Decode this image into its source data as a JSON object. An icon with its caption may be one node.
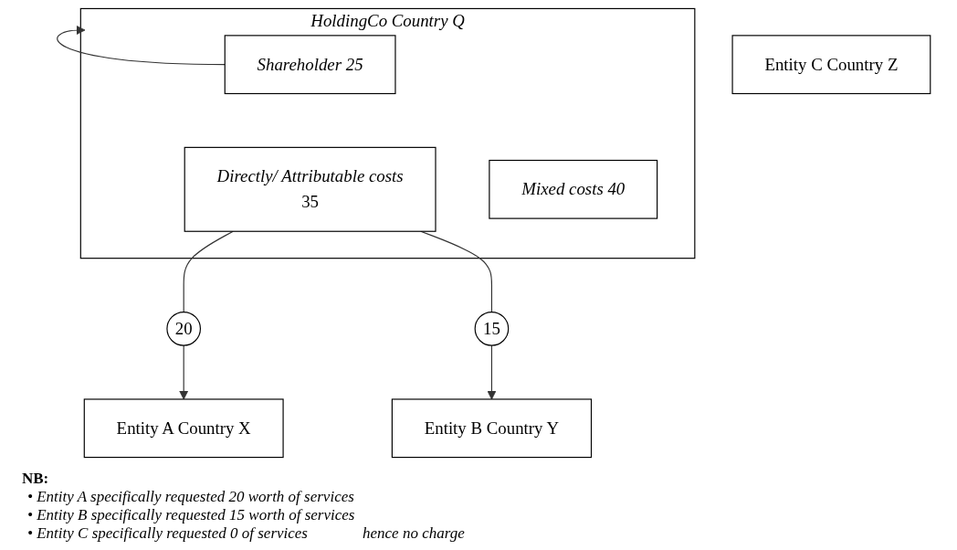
{
  "diagram": {
    "nodes": [
      {
        "text": [
          "HoldingCo Country Q"
        ]
      },
      {
        "text": [
          "Shareholder 25"
        ],
        "in": 0
      },
      {
        "text": [
          "Directly/ Attributable costs",
          "35"
        ],
        "in": 0
      },
      {
        "text": [
          "Mixed costs 40"
        ],
        "in": 0
      },
      {
        "text": [
          "20"
        ]
      },
      {
        "text": [
          "15"
        ]
      },
      {
        "text": [
          "Entity A Country X"
        ]
      },
      {
        "text": [
          "Entity B Country Y"
        ]
      },
      {
        "text": [
          "Entity C Country Z"
        ]
      }
    ],
    "edges": [
      {
        "from": 1,
        "to": 0,
        "arrow": "to"
      },
      {
        "from": 2,
        "to": 4,
        "arrow": "none"
      },
      {
        "from": 4,
        "to": 6,
        "arrow": "to"
      },
      {
        "from": 2,
        "to": 5,
        "arrow": "none"
      },
      {
        "from": 5,
        "to": 7,
        "arrow": "to"
      }
    ],
    "labels": [
      "NB:",
      "• Entity A specifically requested 20 worth of services",
      "• Entity B specifically requested 15 worth of services",
      "• Entity C specifically requested 0 of services",
      "hence no charge"
    ]
  }
}
